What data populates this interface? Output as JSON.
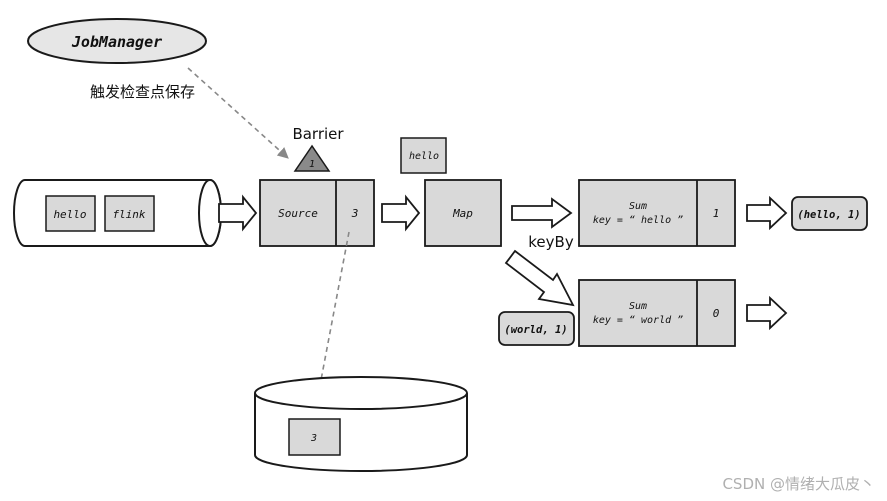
{
  "job_manager": {
    "label": "JobManager"
  },
  "trigger_label": "触发检查点保存",
  "barrier": {
    "label": "Barrier",
    "id": "1"
  },
  "queue": {
    "items": [
      "hello",
      "flink"
    ]
  },
  "source": {
    "label": "Source",
    "offset": "3"
  },
  "floating_record": "hello",
  "map": {
    "label": "Map"
  },
  "keyby_label": "keyBy",
  "sum_hello": {
    "title": "Sum",
    "key": "key = “ hello ”",
    "count": "1",
    "output": "(hello, 1)"
  },
  "sum_world": {
    "title": "Sum",
    "key": "key = “ world ”",
    "count": "0",
    "input": "(world, 1)"
  },
  "storage": {
    "saved_offset": "3"
  },
  "watermark": "CSDN @情绪大瓜皮丶",
  "colors": {
    "box_fill": "#d9d9d9",
    "stroke": "#1a1a1a",
    "dashed": "#888888"
  }
}
